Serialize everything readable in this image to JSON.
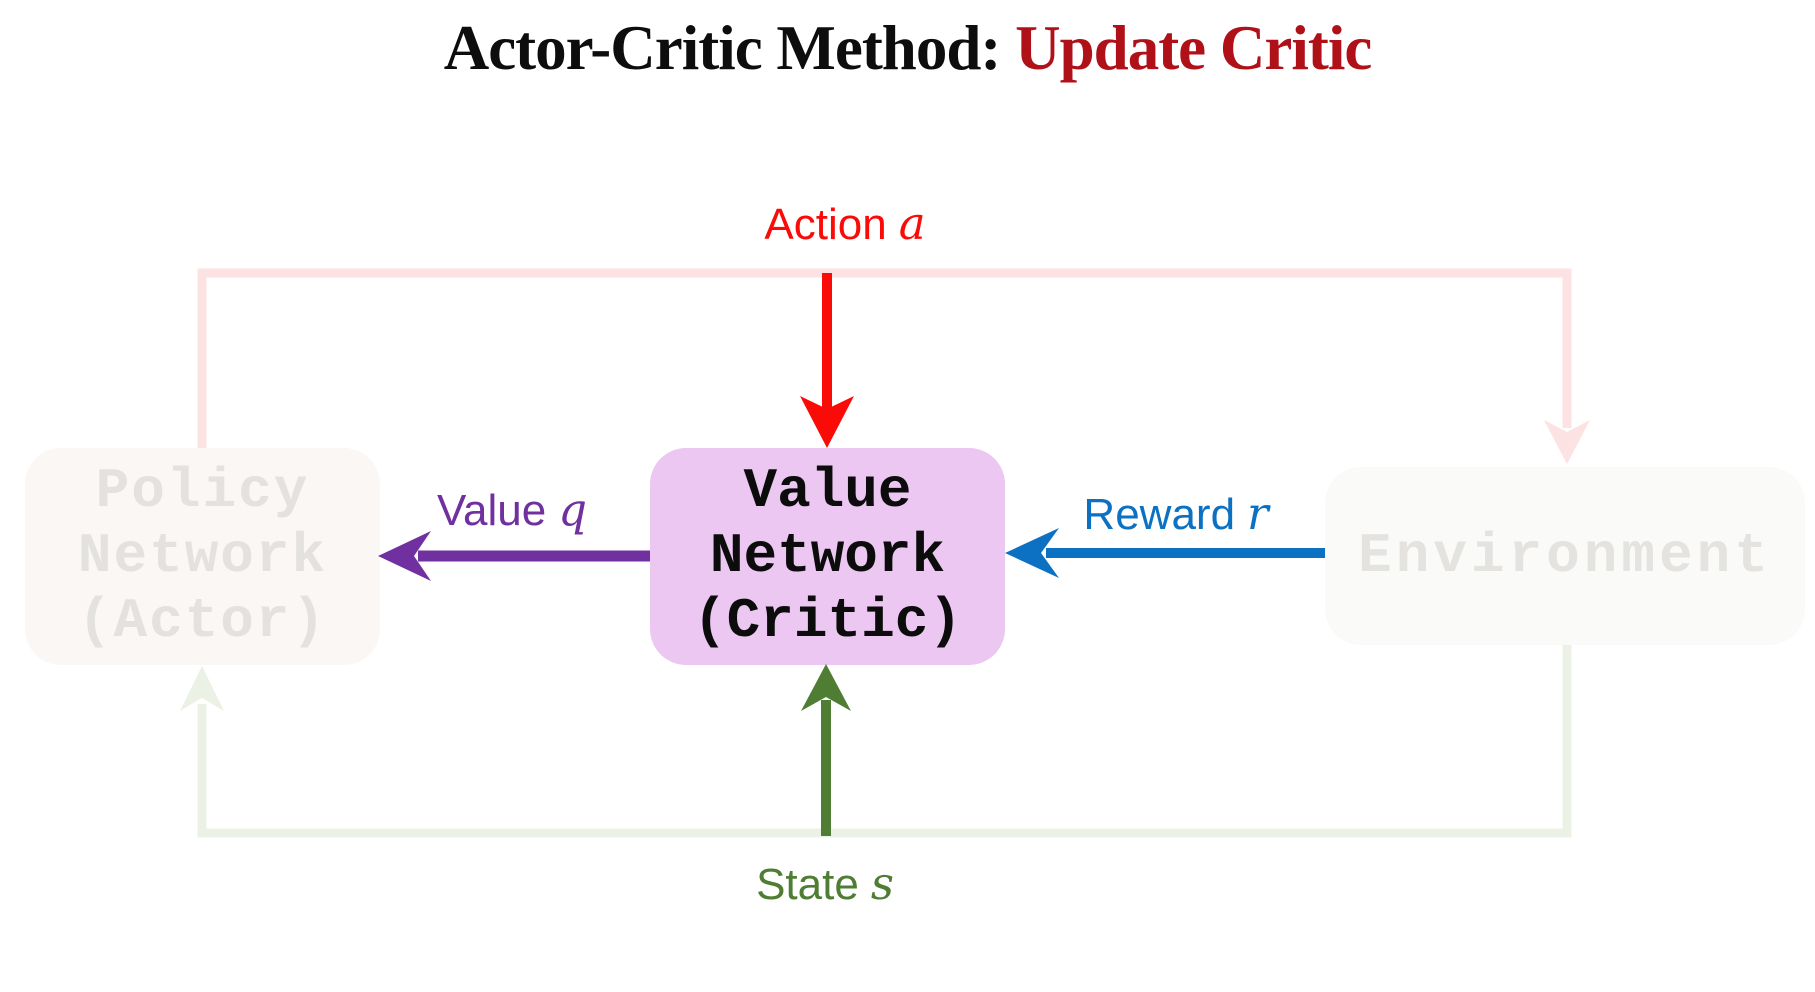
{
  "title": {
    "prefix": "Actor-Critic Method: ",
    "highlight": "Update Critic"
  },
  "nodes": {
    "policy": {
      "lines": [
        "Policy",
        "Network",
        "(Actor)"
      ],
      "state": "faded"
    },
    "value": {
      "lines": [
        "Value",
        "Network",
        "(Critic)"
      ],
      "state": "active"
    },
    "environment": {
      "lines": [
        "Environment"
      ],
      "state": "faded"
    }
  },
  "labels": {
    "action": {
      "text": "Action",
      "var": "a"
    },
    "value": {
      "text": "Value",
      "var": "q"
    },
    "reward": {
      "text": "Reward",
      "var": "r"
    },
    "state": {
      "text": "State",
      "var": "s"
    }
  },
  "edges": {
    "action": {
      "from": "policy-network",
      "to": "value-network",
      "state": "active"
    },
    "value_q": {
      "from": "value-network",
      "to": "policy-network",
      "state": "active"
    },
    "reward_r": {
      "from": "environment",
      "to": "value-network",
      "state": "active"
    },
    "state_s": {
      "from": "environment-loop",
      "to": "value-network",
      "state": "active"
    },
    "policy_to_environment_loop": {
      "state": "faded"
    },
    "state_to_policy_loop": {
      "state": "faded"
    }
  },
  "colors": {
    "title_text": "#0d0d0d",
    "title_accent": "#b01119",
    "action_red": "#fb0b07",
    "value_purple": "#7030a0",
    "reward_blue": "#0c71c2",
    "state_green": "#4e7d33",
    "critic_box_fill": "#ebc7f1",
    "faded_box_fill": "#faf7f4",
    "faded_box_text": "#e4e2df",
    "faded_pink_path": "#fce2e2",
    "faded_green_path": "#ecf1e5"
  }
}
